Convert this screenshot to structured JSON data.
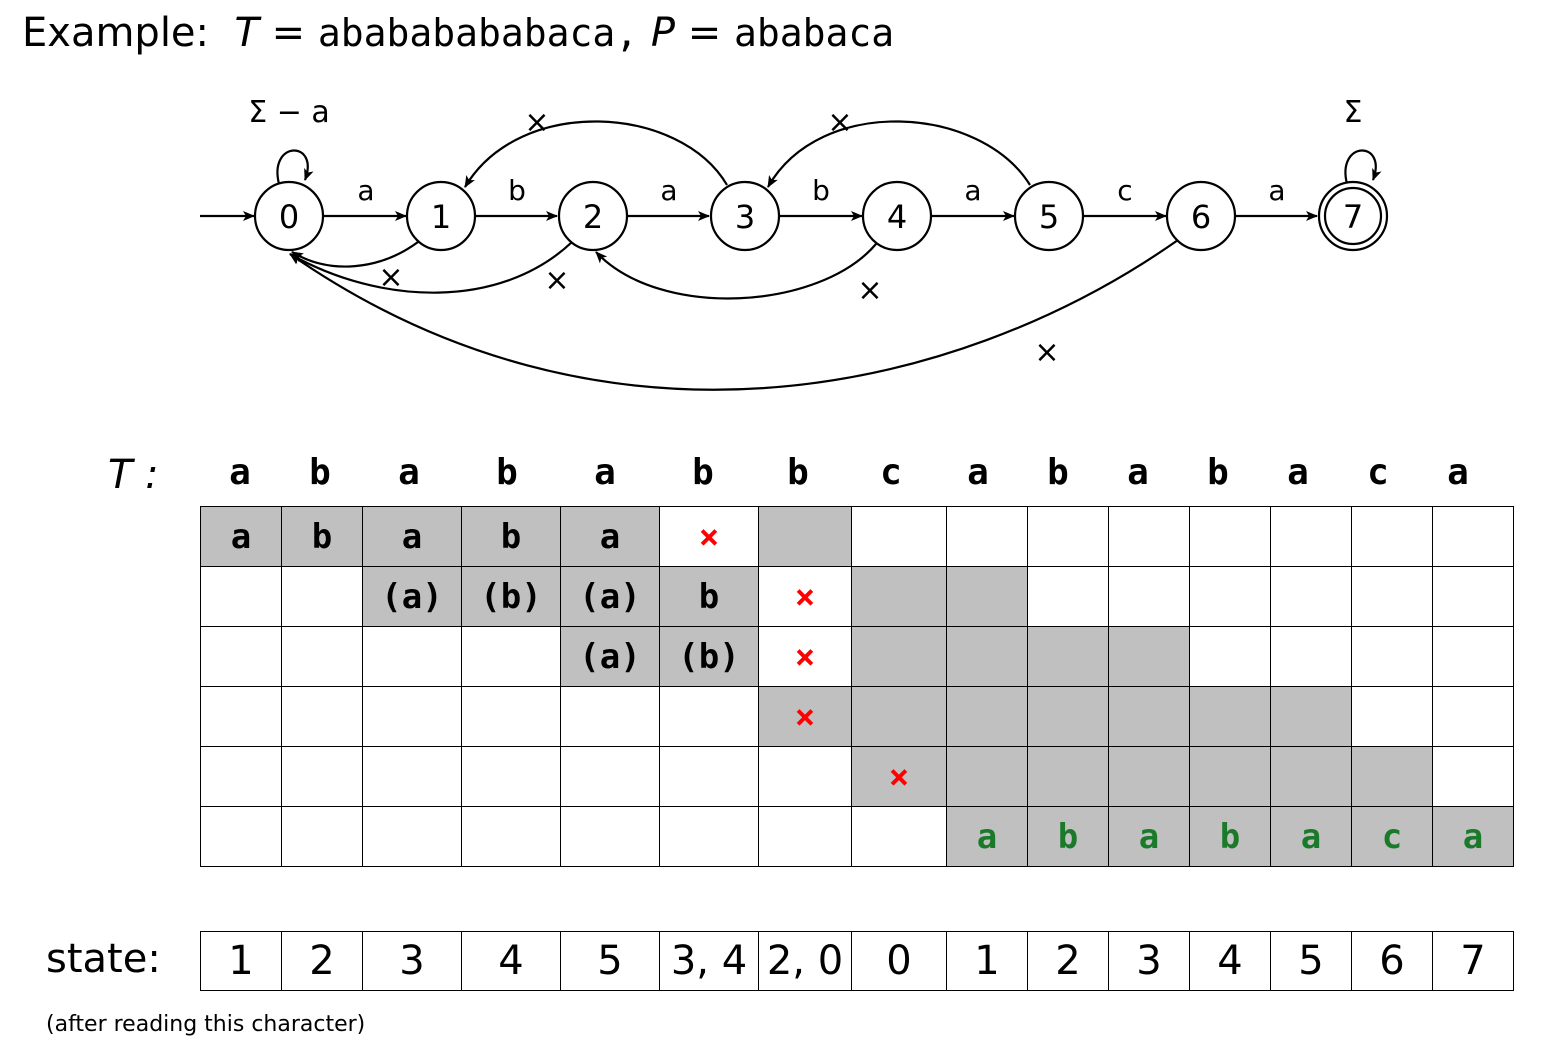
{
  "title": {
    "prefix": "Example:",
    "t_var": "T",
    "eq": "=",
    "text": "abababababaca,",
    "p_var": "P",
    "pattern": "ababaca"
  },
  "automaton": {
    "states": [
      "0",
      "1",
      "2",
      "3",
      "4",
      "5",
      "6",
      "7"
    ],
    "accepting_state": "7",
    "start_state": "0",
    "forward_labels": [
      "a",
      "b",
      "a",
      "b",
      "a",
      "c",
      "a"
    ],
    "self_loop_0_label": "Σ − a",
    "self_loop_7_label": "Σ",
    "failure_mark": "×"
  },
  "text_row": {
    "label": "T :",
    "chars": [
      "a",
      "b",
      "a",
      "b",
      "a",
      "b",
      "b",
      "c",
      "a",
      "b",
      "a",
      "b",
      "a",
      "c",
      "a"
    ]
  },
  "grid": [
    [
      {
        "t": "a",
        "g": 1
      },
      {
        "t": "b",
        "g": 1
      },
      {
        "t": "a",
        "g": 1
      },
      {
        "t": "b",
        "g": 1
      },
      {
        "t": "a",
        "g": 1
      },
      {
        "t": "×",
        "x": 1
      },
      {
        "t": "",
        "g": 1
      },
      {
        "t": ""
      },
      {
        "t": ""
      },
      {
        "t": ""
      },
      {
        "t": ""
      },
      {
        "t": ""
      },
      {
        "t": ""
      },
      {
        "t": ""
      },
      {
        "t": ""
      }
    ],
    [
      {
        "t": ""
      },
      {
        "t": ""
      },
      {
        "t": "(a)",
        "g": 1
      },
      {
        "t": "(b)",
        "g": 1
      },
      {
        "t": "(a)",
        "g": 1
      },
      {
        "t": "b",
        "g": 1
      },
      {
        "t": "×",
        "x": 1
      },
      {
        "t": "",
        "g": 1
      },
      {
        "t": "",
        "g": 1
      },
      {
        "t": ""
      },
      {
        "t": ""
      },
      {
        "t": ""
      },
      {
        "t": ""
      },
      {
        "t": ""
      },
      {
        "t": ""
      }
    ],
    [
      {
        "t": ""
      },
      {
        "t": ""
      },
      {
        "t": ""
      },
      {
        "t": ""
      },
      {
        "t": "(a)",
        "g": 1
      },
      {
        "t": "(b)",
        "g": 1
      },
      {
        "t": "×",
        "x": 1
      },
      {
        "t": "",
        "g": 1
      },
      {
        "t": "",
        "g": 1
      },
      {
        "t": "",
        "g": 1
      },
      {
        "t": "",
        "g": 1
      },
      {
        "t": ""
      },
      {
        "t": ""
      },
      {
        "t": ""
      },
      {
        "t": ""
      }
    ],
    [
      {
        "t": ""
      },
      {
        "t": ""
      },
      {
        "t": ""
      },
      {
        "t": ""
      },
      {
        "t": ""
      },
      {
        "t": ""
      },
      {
        "t": "×",
        "x": 1,
        "g": 1
      },
      {
        "t": "",
        "g": 1
      },
      {
        "t": "",
        "g": 1
      },
      {
        "t": "",
        "g": 1
      },
      {
        "t": "",
        "g": 1
      },
      {
        "t": "",
        "g": 1
      },
      {
        "t": "",
        "g": 1
      },
      {
        "t": ""
      },
      {
        "t": ""
      }
    ],
    [
      {
        "t": ""
      },
      {
        "t": ""
      },
      {
        "t": ""
      },
      {
        "t": ""
      },
      {
        "t": ""
      },
      {
        "t": ""
      },
      {
        "t": ""
      },
      {
        "t": "×",
        "x": 1,
        "g": 1
      },
      {
        "t": "",
        "g": 1
      },
      {
        "t": "",
        "g": 1
      },
      {
        "t": "",
        "g": 1
      },
      {
        "t": "",
        "g": 1
      },
      {
        "t": "",
        "g": 1
      },
      {
        "t": "",
        "g": 1
      },
      {
        "t": ""
      }
    ],
    [
      {
        "t": ""
      },
      {
        "t": ""
      },
      {
        "t": ""
      },
      {
        "t": ""
      },
      {
        "t": ""
      },
      {
        "t": ""
      },
      {
        "t": ""
      },
      {
        "t": ""
      },
      {
        "t": "a",
        "g": 1,
        "m": 1
      },
      {
        "t": "b",
        "g": 1,
        "m": 1
      },
      {
        "t": "a",
        "g": 1,
        "m": 1
      },
      {
        "t": "b",
        "g": 1,
        "m": 1
      },
      {
        "t": "a",
        "g": 1,
        "m": 1
      },
      {
        "t": "c",
        "g": 1,
        "m": 1
      },
      {
        "t": "a",
        "g": 1,
        "m": 1
      }
    ]
  ],
  "state_row": {
    "label": "state:",
    "values": [
      "1",
      "2",
      "3",
      "4",
      "5",
      "3, 4",
      "2, 0",
      "0",
      "1",
      "2",
      "3",
      "4",
      "5",
      "6",
      "7"
    ]
  },
  "footnote": "(after reading this character)"
}
